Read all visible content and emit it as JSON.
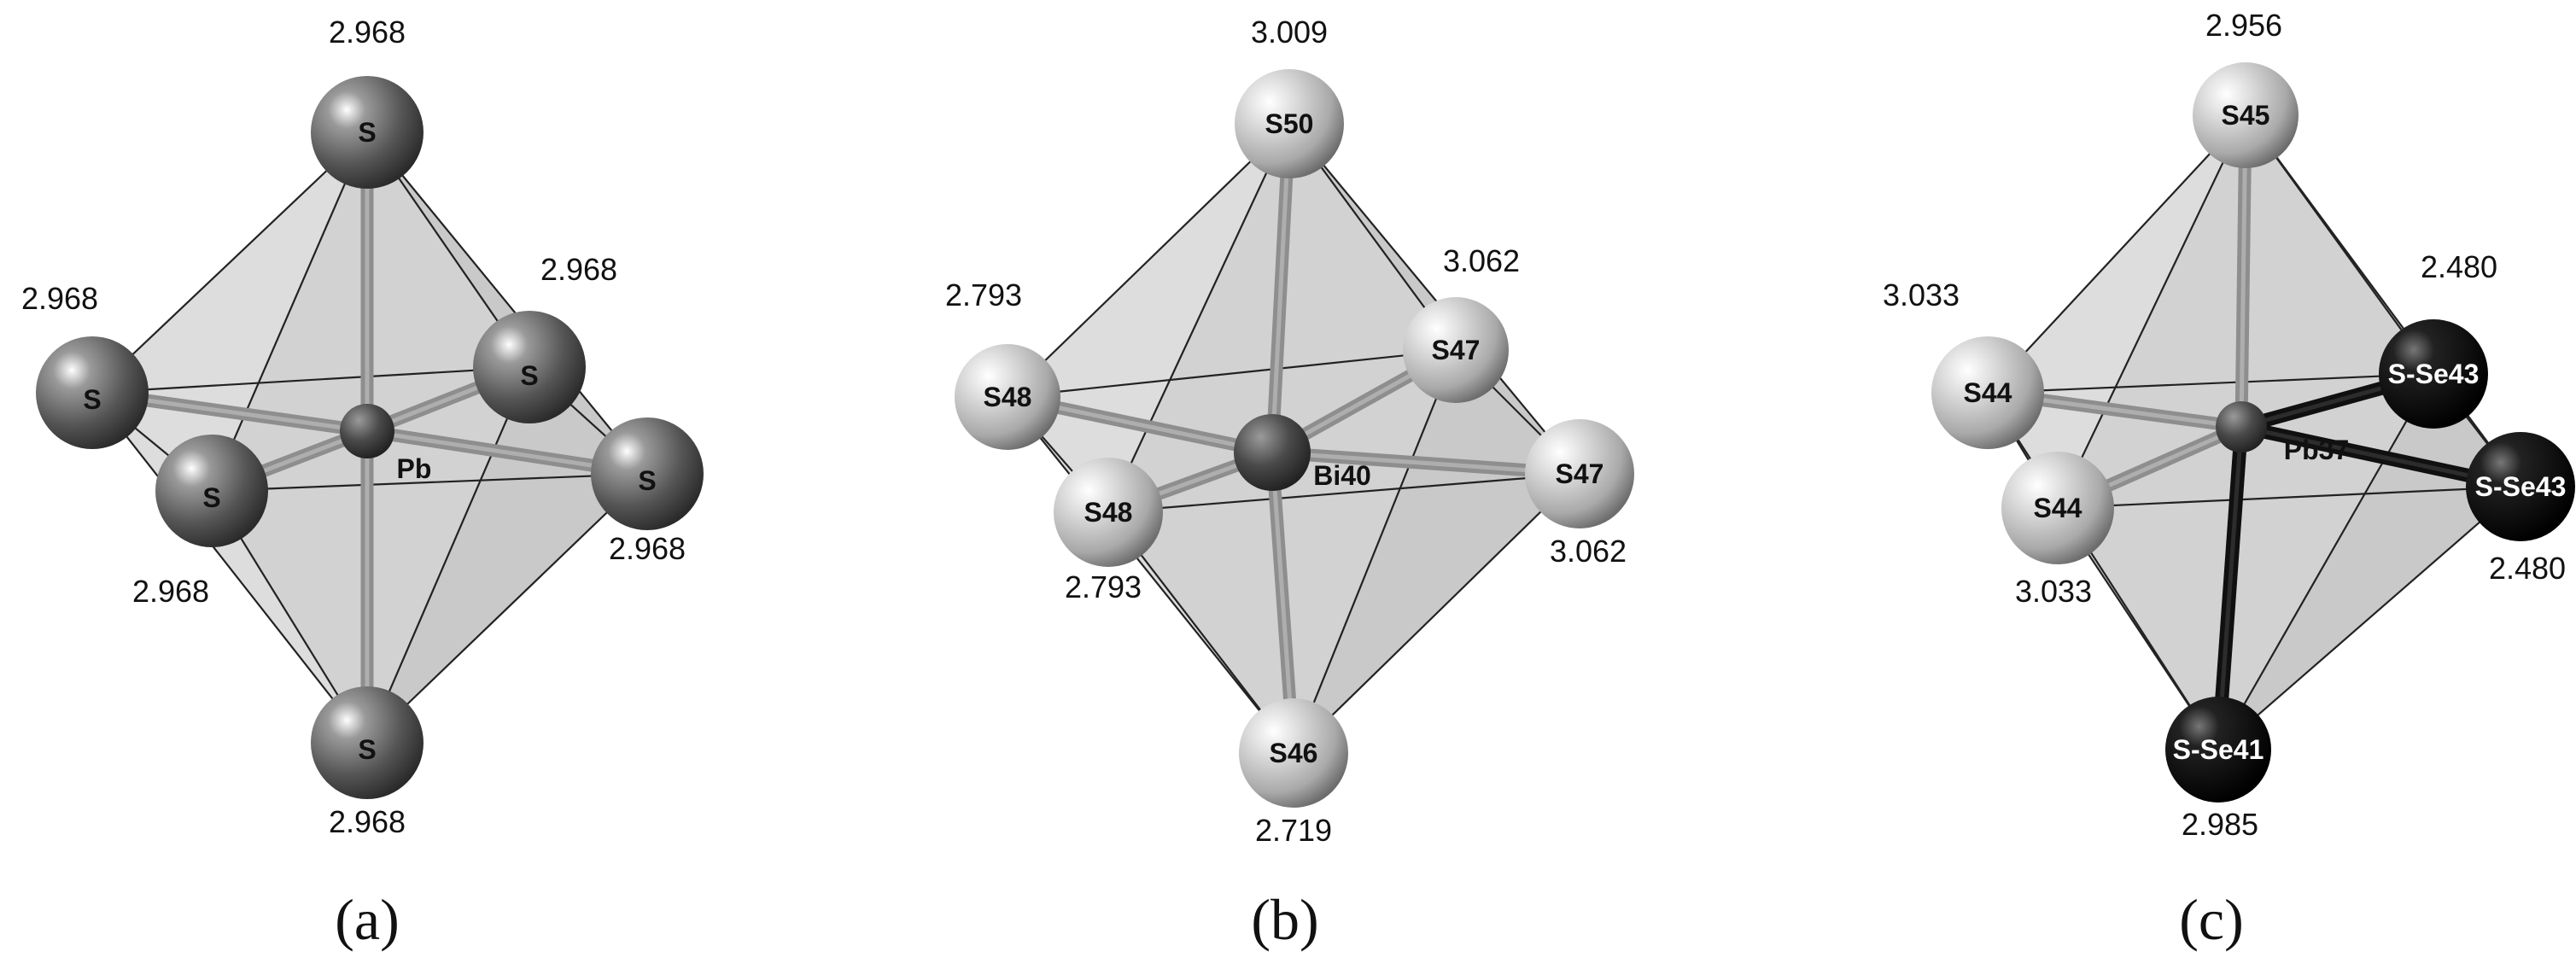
{
  "colors": {
    "sulfur_dark": "#555555",
    "sulfur_light": "#bfbfbf",
    "metal": "#444444",
    "selenium_black": "#111111",
    "polyhedron_face": "#a8a8a8",
    "edge": "#222222",
    "bond_gray": "#8e8e8e",
    "bond_black": "#101010"
  },
  "panels": [
    {
      "id": "a",
      "caption": "(a)",
      "center": {
        "label": "Pb",
        "style": "metal"
      },
      "ligands": [
        {
          "label": "S",
          "distance": "2.968",
          "style": "sulfur_dark"
        },
        {
          "label": "S",
          "distance": "2.968",
          "style": "sulfur_dark"
        },
        {
          "label": "S",
          "distance": "2.968",
          "style": "sulfur_dark"
        },
        {
          "label": "S",
          "distance": "2.968",
          "style": "sulfur_dark"
        },
        {
          "label": "S",
          "distance": "2.968",
          "style": "sulfur_dark"
        },
        {
          "label": "S",
          "distance": "2.968",
          "style": "sulfur_dark"
        }
      ]
    },
    {
      "id": "b",
      "caption": "(b)",
      "center": {
        "label": "Bi40",
        "style": "metal"
      },
      "ligands": [
        {
          "label": "S50",
          "distance": "3.009",
          "style": "sulfur_light"
        },
        {
          "label": "S48",
          "distance": "2.793",
          "style": "sulfur_light"
        },
        {
          "label": "S47",
          "distance": "3.062",
          "style": "sulfur_light"
        },
        {
          "label": "S48",
          "distance": "2.793",
          "style": "sulfur_light"
        },
        {
          "label": "S47",
          "distance": "3.062",
          "style": "sulfur_light"
        },
        {
          "label": "S46",
          "distance": "2.719",
          "style": "sulfur_light"
        }
      ]
    },
    {
      "id": "c",
      "caption": "(c)",
      "center": {
        "label": "Pb37",
        "style": "metal"
      },
      "ligands": [
        {
          "label": "S45",
          "distance": "2.956",
          "style": "sulfur_light"
        },
        {
          "label": "S44",
          "distance": "3.033",
          "style": "sulfur_light"
        },
        {
          "label": "S-Se43",
          "distance": "2.480",
          "style": "selenium_black"
        },
        {
          "label": "S44",
          "distance": "3.033",
          "style": "sulfur_light"
        },
        {
          "label": "S-Se43",
          "distance": "2.480",
          "style": "selenium_black"
        },
        {
          "label": "S-Se41",
          "distance": "2.985",
          "style": "selenium_black"
        }
      ]
    }
  ]
}
